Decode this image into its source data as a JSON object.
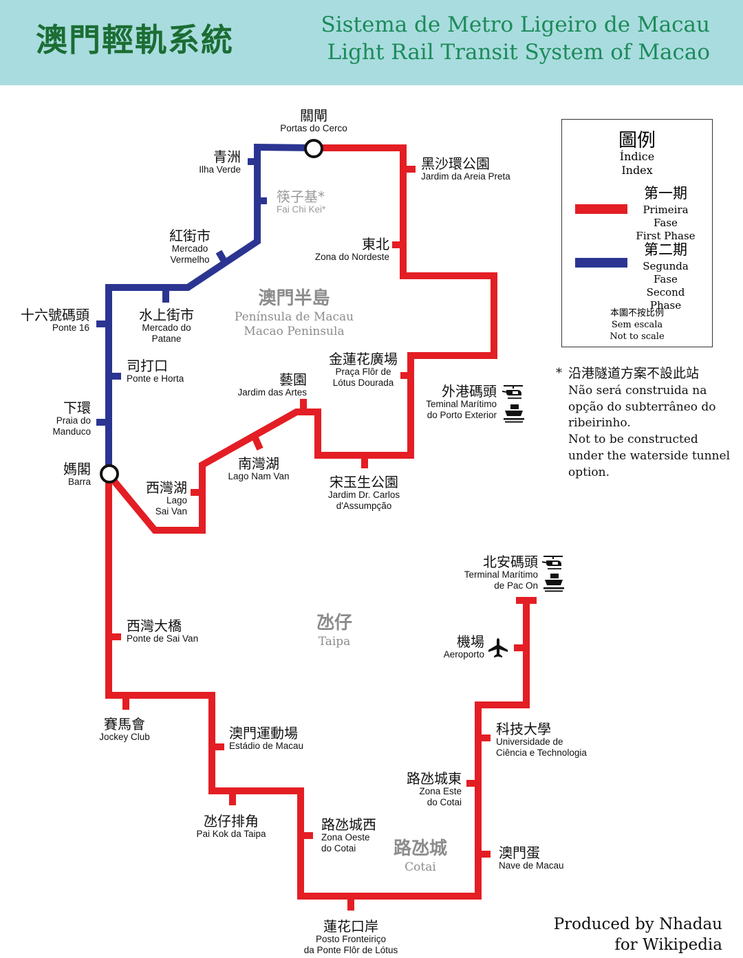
{
  "header": {
    "title_zh": "澳門輕軌系統",
    "title_pt": "Sistema de Metro Ligeiro de Macau",
    "title_en": "Light Rail Transit System of Macao"
  },
  "colors": {
    "first_phase": "#e31e24",
    "second_phase": "#2b3591",
    "header_bg": "#a9dcde",
    "header_text": "#1c8a5a"
  },
  "areas": {
    "peninsula": {
      "zh": "澳門半島",
      "pt": "Península de Macau",
      "en": "Macao Peninsula"
    },
    "taipa": {
      "zh": "氹仔",
      "pt": "Taipa"
    },
    "cotai": {
      "zh": "路氹城",
      "pt": "Cotai"
    }
  },
  "stations": {
    "portas_do_cerco": {
      "zh": "關閘",
      "pt": "Portas do Cerco"
    },
    "ilha_verde": {
      "zh": "青洲",
      "pt": "Ilha Verde"
    },
    "fai_chi_kei": {
      "zh": "筷子基*",
      "pt": "Fai Chi Kei*"
    },
    "areia_preta": {
      "zh": "黑沙環公園",
      "pt": "Jardim da Areia Preta"
    },
    "mercado_vermelho": {
      "zh": "紅街市",
      "pt1": "Mercado",
      "pt2": "Vermelho"
    },
    "zona_nordeste": {
      "zh": "東北",
      "pt": "Zona do Nordeste"
    },
    "ponte_16": {
      "zh": "十六號碼頭",
      "pt": "Ponte 16"
    },
    "patane": {
      "zh": "水上街市",
      "pt1": "Mercado do",
      "pt2": "Patane"
    },
    "ponte_horta": {
      "zh": "司打口",
      "pt": "Ponte e Horta"
    },
    "lotus_dourada": {
      "zh": "金蓮花廣場",
      "pt1": "Praça Flôr de",
      "pt2": "Lótus Dourada"
    },
    "jardim_artes": {
      "zh": "藝園",
      "pt": "Jardim das Artes"
    },
    "porto_exterior": {
      "zh": "外港碼頭",
      "pt1": "Teminal Marítimo",
      "pt2": "do Porto Exterior"
    },
    "praia_manduco": {
      "zh": "下環",
      "pt1": "Praia do",
      "pt2": "Manduco"
    },
    "barra": {
      "zh": "媽閣",
      "pt": "Barra"
    },
    "nam_van": {
      "zh": "南灣湖",
      "pt": "Lago Nam Van"
    },
    "sai_van": {
      "zh": "西灣湖",
      "pt1": "Lago",
      "pt2": "Sai Van"
    },
    "carlos_assumpcao": {
      "zh": "宋玉生公園",
      "pt1": "Jardim Dr. Carlos",
      "pt2": "d'Assumpção"
    },
    "pac_on": {
      "zh": "北安碼頭",
      "pt1": "Terminal Marítimo",
      "pt2": "de Pac On"
    },
    "ponte_sai_van": {
      "zh": "西灣大橋",
      "pt": "Ponte de Sai Van"
    },
    "aeroporto": {
      "zh": "機場",
      "pt": "Aeroporto"
    },
    "jockey_club": {
      "zh": "賽馬會",
      "pt": "Jockey Club"
    },
    "estadio": {
      "zh": "澳門運動場",
      "pt": "Estádio de Macau"
    },
    "universidade": {
      "zh": "科技大學",
      "pt1": "Universidade de",
      "pt2": "Ciência e Technologia"
    },
    "cotai_este": {
      "zh": "路氹城東",
      "pt1": "Zona Este",
      "pt2": "do Cotai"
    },
    "pai_kok": {
      "zh": "氹仔排角",
      "pt": "Pai Kok da Taipa"
    },
    "cotai_oeste": {
      "zh": "路氹城西",
      "pt1": "Zona Oeste",
      "pt2": "do Cotai"
    },
    "nave_macau": {
      "zh": "澳門蛋",
      "pt": "Nave de Macau"
    },
    "flor_lotus": {
      "zh": "蓮花口岸",
      "pt1": "Posto Fronteiriço",
      "pt2": "da Ponte Flôr de Lótus"
    }
  },
  "legend": {
    "title_zh": "圖例",
    "title_pt": "Índice",
    "title_en": "Index",
    "first_zh": "第一期",
    "first_pt": "Primeira Fase",
    "first_en": "First Phase",
    "second_zh": "第二期",
    "second_pt": "Segunda Fase",
    "second_en": "Second Phase",
    "scale_zh": "本圖不按比例",
    "scale_pt": "Sem escala",
    "scale_en": "Not to scale"
  },
  "note": {
    "star": "*",
    "zh": "沿港隧道方案不設此站",
    "pt1": "Não será construida na",
    "pt2": "opção do subterrâneo do",
    "pt3": "ribeirinho.",
    "en1": "Not to be constructed",
    "en2": "under the waterside tunnel",
    "en3": "option."
  },
  "credit": {
    "line1": "Produced by Nhadau",
    "line2": "for Wikipedia"
  },
  "icons": [
    "helicopter-icon",
    "ferry-icon",
    "airplane-icon"
  ]
}
